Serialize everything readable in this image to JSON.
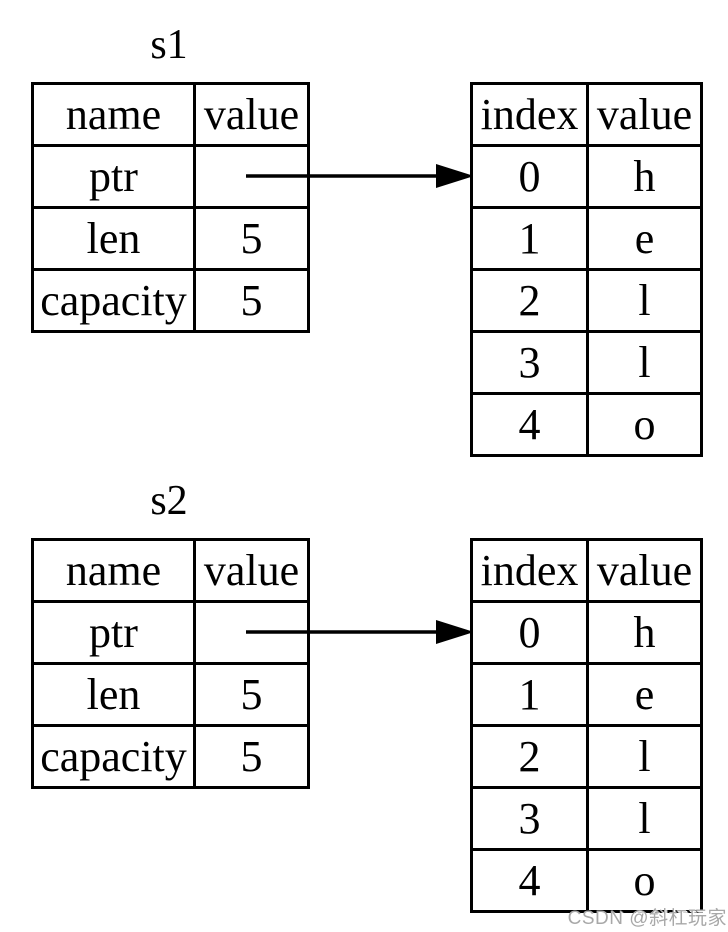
{
  "background": "#ffffff",
  "colors": {
    "line": "#000000",
    "text": "#000000",
    "watermark": "#a8a8a8"
  },
  "sections": [
    {
      "label": "s1",
      "stack": {
        "headers": [
          "name",
          "value"
        ],
        "rows": [
          {
            "name": "ptr",
            "value": ""
          },
          {
            "name": "len",
            "value": "5"
          },
          {
            "name": "capacity",
            "value": "5"
          }
        ]
      },
      "arrow": {
        "from": "ptr",
        "to": "index 0"
      },
      "heap": {
        "headers": [
          "index",
          "value"
        ],
        "rows": [
          {
            "index": "0",
            "value": "h"
          },
          {
            "index": "1",
            "value": "e"
          },
          {
            "index": "2",
            "value": "l"
          },
          {
            "index": "3",
            "value": "l"
          },
          {
            "index": "4",
            "value": "o"
          }
        ]
      }
    },
    {
      "label": "s2",
      "stack": {
        "headers": [
          "name",
          "value"
        ],
        "rows": [
          {
            "name": "ptr",
            "value": ""
          },
          {
            "name": "len",
            "value": "5"
          },
          {
            "name": "capacity",
            "value": "5"
          }
        ]
      },
      "arrow": {
        "from": "ptr",
        "to": "index 0"
      },
      "heap": {
        "headers": [
          "index",
          "value"
        ],
        "rows": [
          {
            "index": "0",
            "value": "h"
          },
          {
            "index": "1",
            "value": "e"
          },
          {
            "index": "2",
            "value": "l"
          },
          {
            "index": "3",
            "value": "l"
          },
          {
            "index": "4",
            "value": "o"
          }
        ]
      }
    }
  ],
  "watermark": {
    "text": "CSDN @斜杠玩家"
  }
}
